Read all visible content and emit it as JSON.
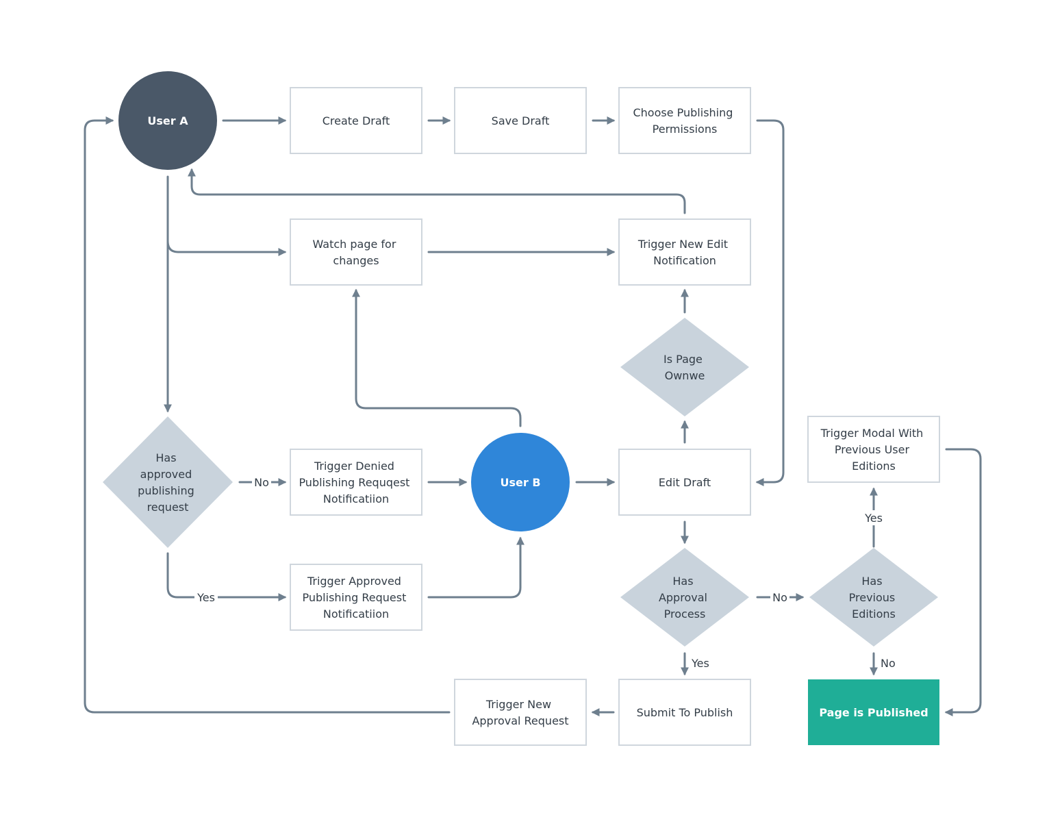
{
  "nodes": {
    "user_a": {
      "label": "User A",
      "color": "#4a5868"
    },
    "create_draft": {
      "lines": [
        "Create Draft"
      ]
    },
    "save_draft": {
      "lines": [
        "Save Draft"
      ]
    },
    "choose_permissions": {
      "lines": [
        "Choose Publishing",
        "Permissions"
      ]
    },
    "watch_page": {
      "lines": [
        "Watch page for",
        "changes"
      ]
    },
    "trigger_new_edit": {
      "lines": [
        "Trigger New Edit",
        "Notification"
      ]
    },
    "is_page_owner": {
      "lines": [
        "Is Page",
        "Ownwe"
      ]
    },
    "has_approved_request": {
      "lines": [
        "Has",
        "approved",
        "publishing",
        "request"
      ]
    },
    "trigger_denied": {
      "lines": [
        "Trigger Denied",
        "Publishing Requqest",
        "Notificatiion"
      ]
    },
    "user_b": {
      "label": "User B",
      "color": "#2f86d9"
    },
    "edit_draft": {
      "lines": [
        "Edit Draft"
      ]
    },
    "trigger_modal": {
      "lines": [
        "Trigger Modal With",
        "Previous User",
        "Editions"
      ]
    },
    "trigger_approved": {
      "lines": [
        "Trigger Approved",
        "Publishing Request",
        "Notificatiion"
      ]
    },
    "has_approval_process": {
      "lines": [
        "Has",
        "Approval",
        "Process"
      ]
    },
    "has_previous_editions": {
      "lines": [
        "Has",
        "Previous",
        "Editions"
      ]
    },
    "trigger_new_approval": {
      "lines": [
        "Trigger New",
        "Approval Request"
      ]
    },
    "submit_to_publish": {
      "lines": [
        "Submit To Publish"
      ]
    },
    "page_published": {
      "lines": [
        "Page is Published"
      ],
      "color": "#1fae97"
    }
  },
  "edge_labels": {
    "no_denied": "No",
    "yes_approved": "Yes",
    "no_approval": "No",
    "yes_approval": "Yes",
    "yes_editions": "Yes",
    "no_editions": "No"
  },
  "colors": {
    "edge": "#6e7f8e",
    "box_border": "#cfd6dd",
    "diamond_fill": "#c9d3dc",
    "text": "#333d47"
  }
}
